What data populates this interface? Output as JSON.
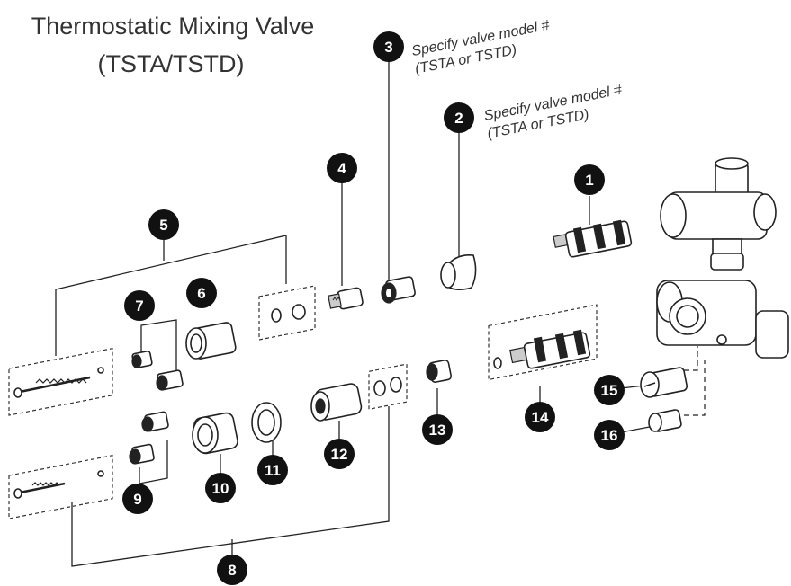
{
  "title": {
    "line1": "Thermostatic Mixing Valve",
    "line2": "(TSTA/TSTD)"
  },
  "notes": {
    "note_3_line1": "Specify valve model #",
    "note_3_line2": "(TSTA or TSTD)",
    "note_2_line1": "Specify valve model #",
    "note_2_line2": "(TSTA or TSTD)"
  },
  "callouts": [
    "1",
    "2",
    "3",
    "4",
    "5",
    "6",
    "7",
    "8",
    "9",
    "10",
    "11",
    "12",
    "13",
    "14",
    "15",
    "16"
  ],
  "colors": {
    "callout_fill": "#111111",
    "callout_text": "#ffffff",
    "line": "#222222",
    "title_text": "#333333"
  }
}
